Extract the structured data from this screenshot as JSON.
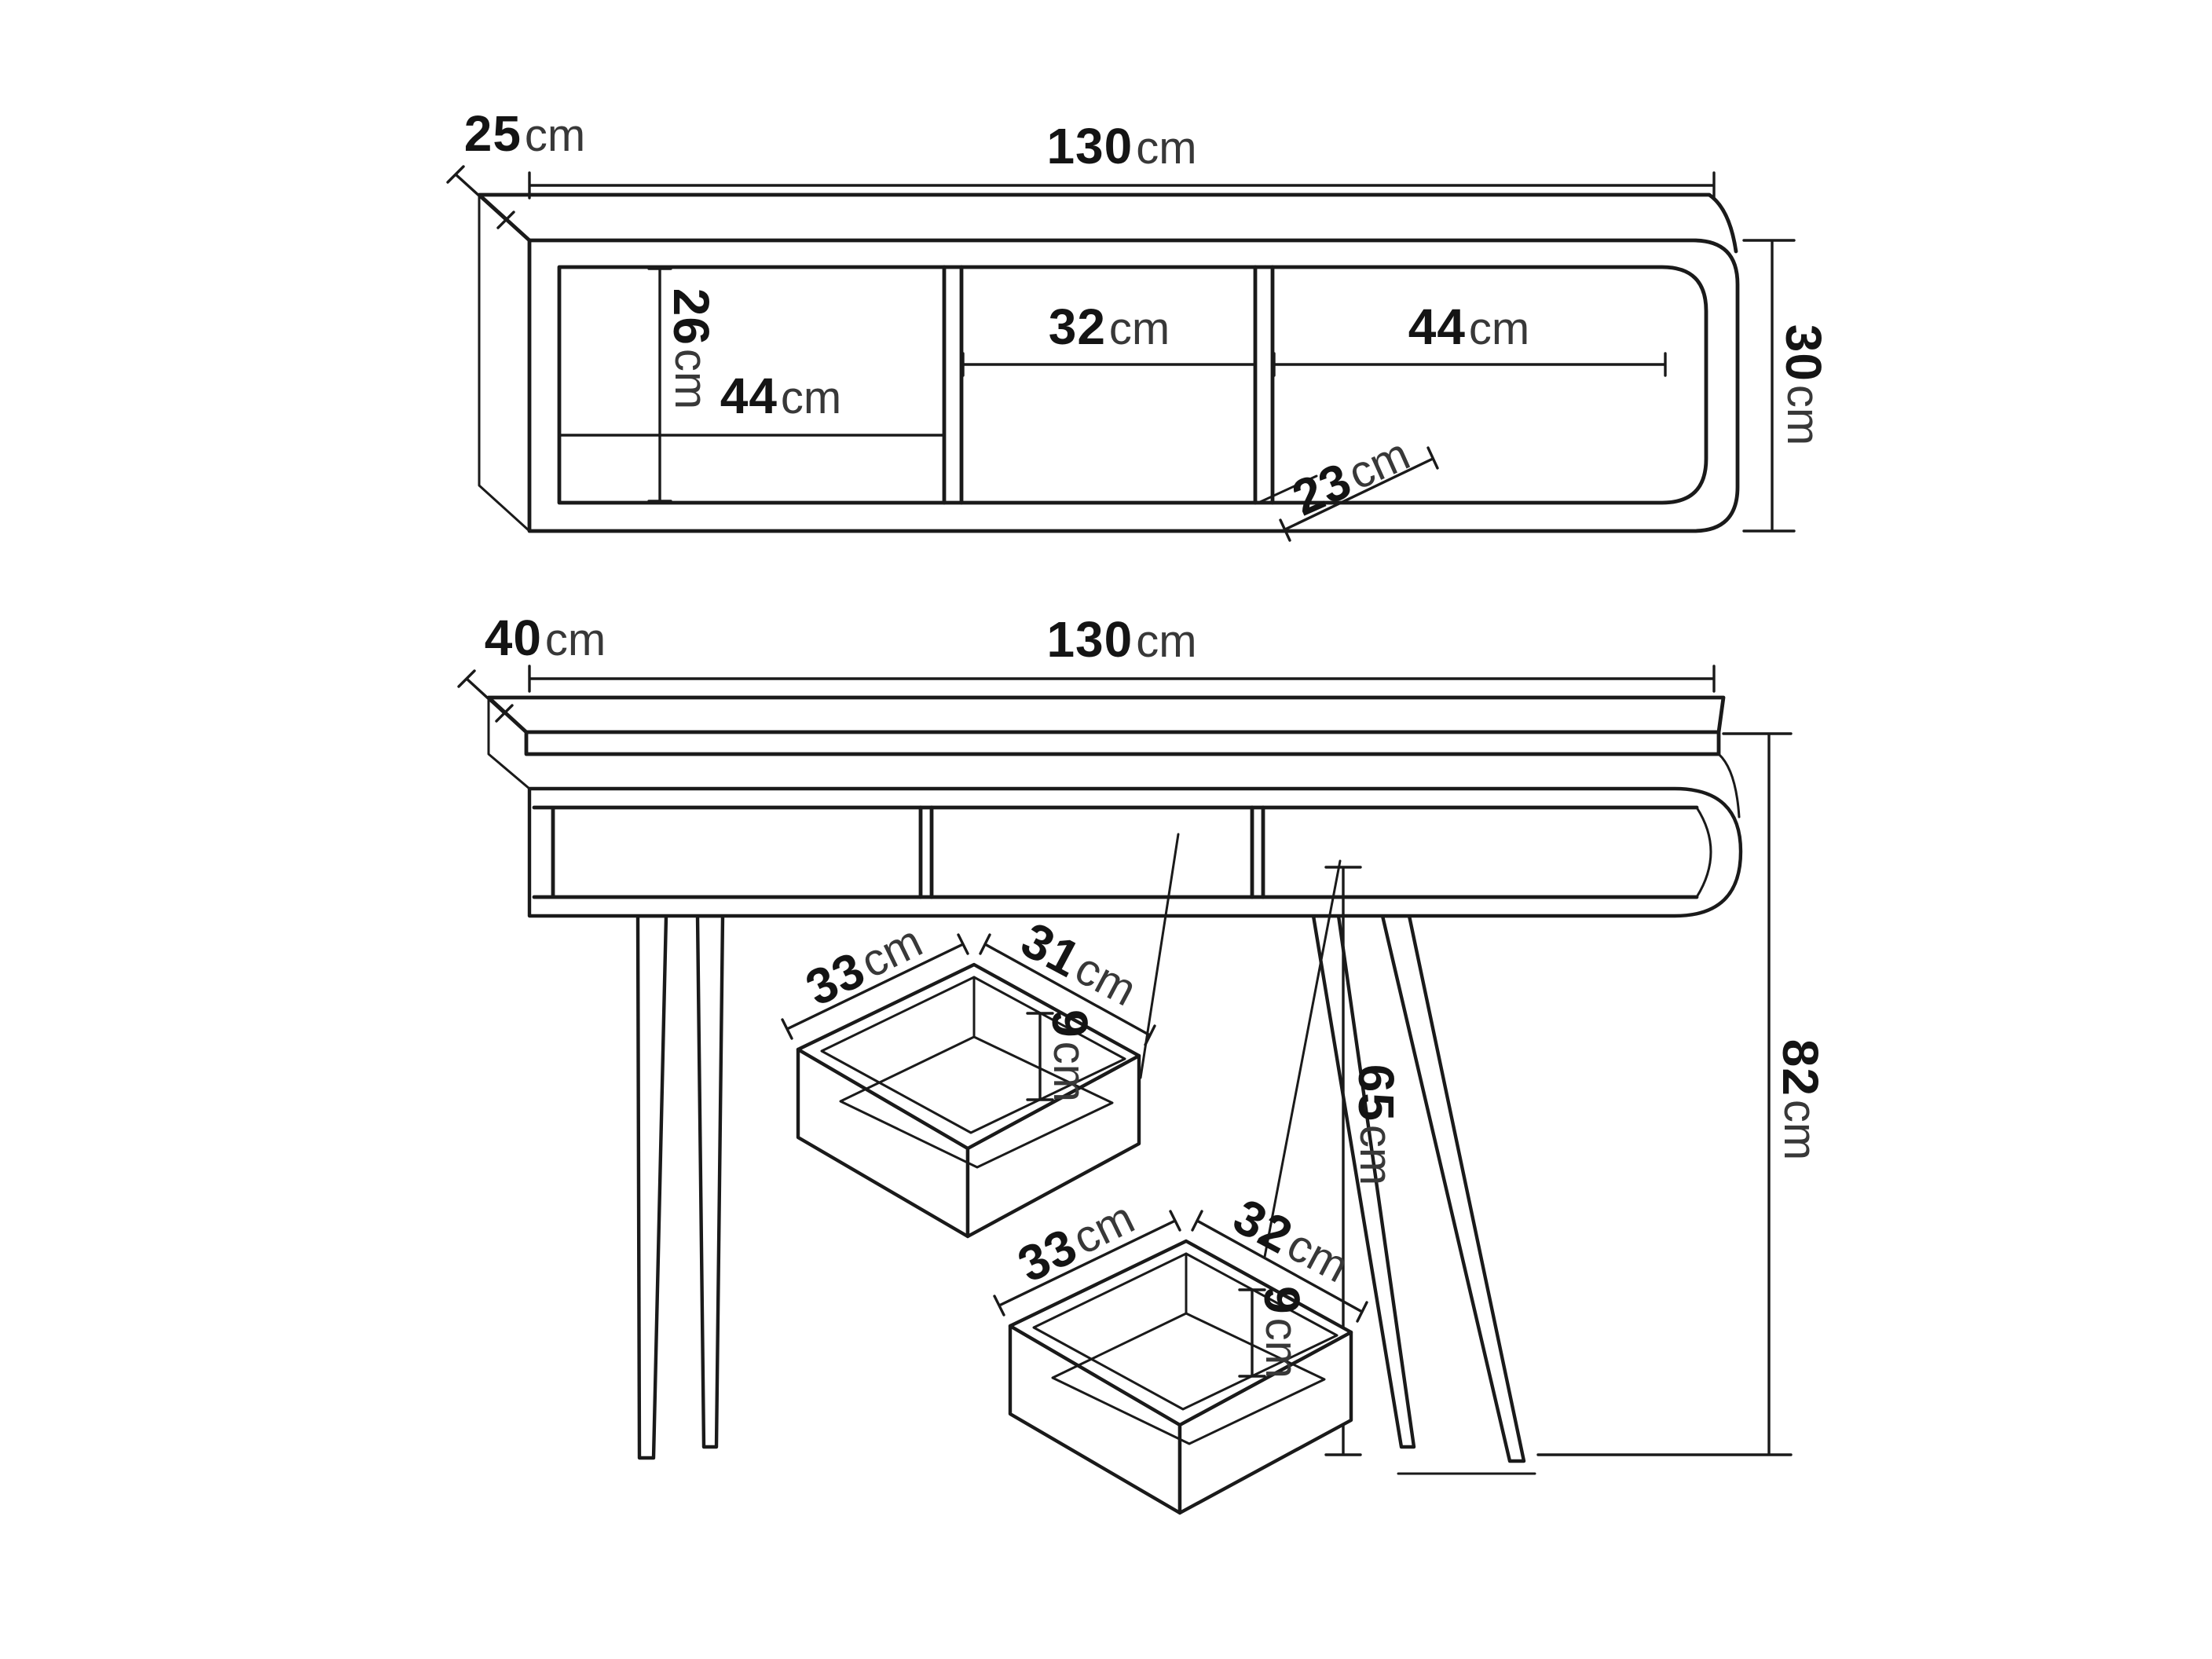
{
  "page": {
    "background": "#ffffff",
    "line_color": "#1a1a1a"
  },
  "wall_shelf": {
    "width": {
      "value": "130",
      "unit": "cm"
    },
    "depth": {
      "value": "25",
      "unit": "cm"
    },
    "height": {
      "value": "30",
      "unit": "cm"
    },
    "interior_height": {
      "value": "26",
      "unit": "cm"
    },
    "left_section_width": {
      "value": "44",
      "unit": "cm"
    },
    "middle_section_width": {
      "value": "32",
      "unit": "cm"
    },
    "right_section_width": {
      "value": "44",
      "unit": "cm"
    },
    "interior_depth": {
      "value": "23",
      "unit": "cm"
    }
  },
  "console_table": {
    "width": {
      "value": "130",
      "unit": "cm"
    },
    "depth": {
      "value": "40",
      "unit": "cm"
    },
    "height": {
      "value": "82",
      "unit": "cm"
    },
    "underside_clearance": {
      "value": "65",
      "unit": "cm"
    },
    "upper_drawer": {
      "depth": {
        "value": "33",
        "unit": "cm"
      },
      "width": {
        "value": "31",
        "unit": "cm"
      },
      "height": {
        "value": "9",
        "unit": "cm"
      }
    },
    "lower_drawer": {
      "depth": {
        "value": "33",
        "unit": "cm"
      },
      "width": {
        "value": "32",
        "unit": "cm"
      },
      "height": {
        "value": "9",
        "unit": "cm"
      }
    }
  }
}
